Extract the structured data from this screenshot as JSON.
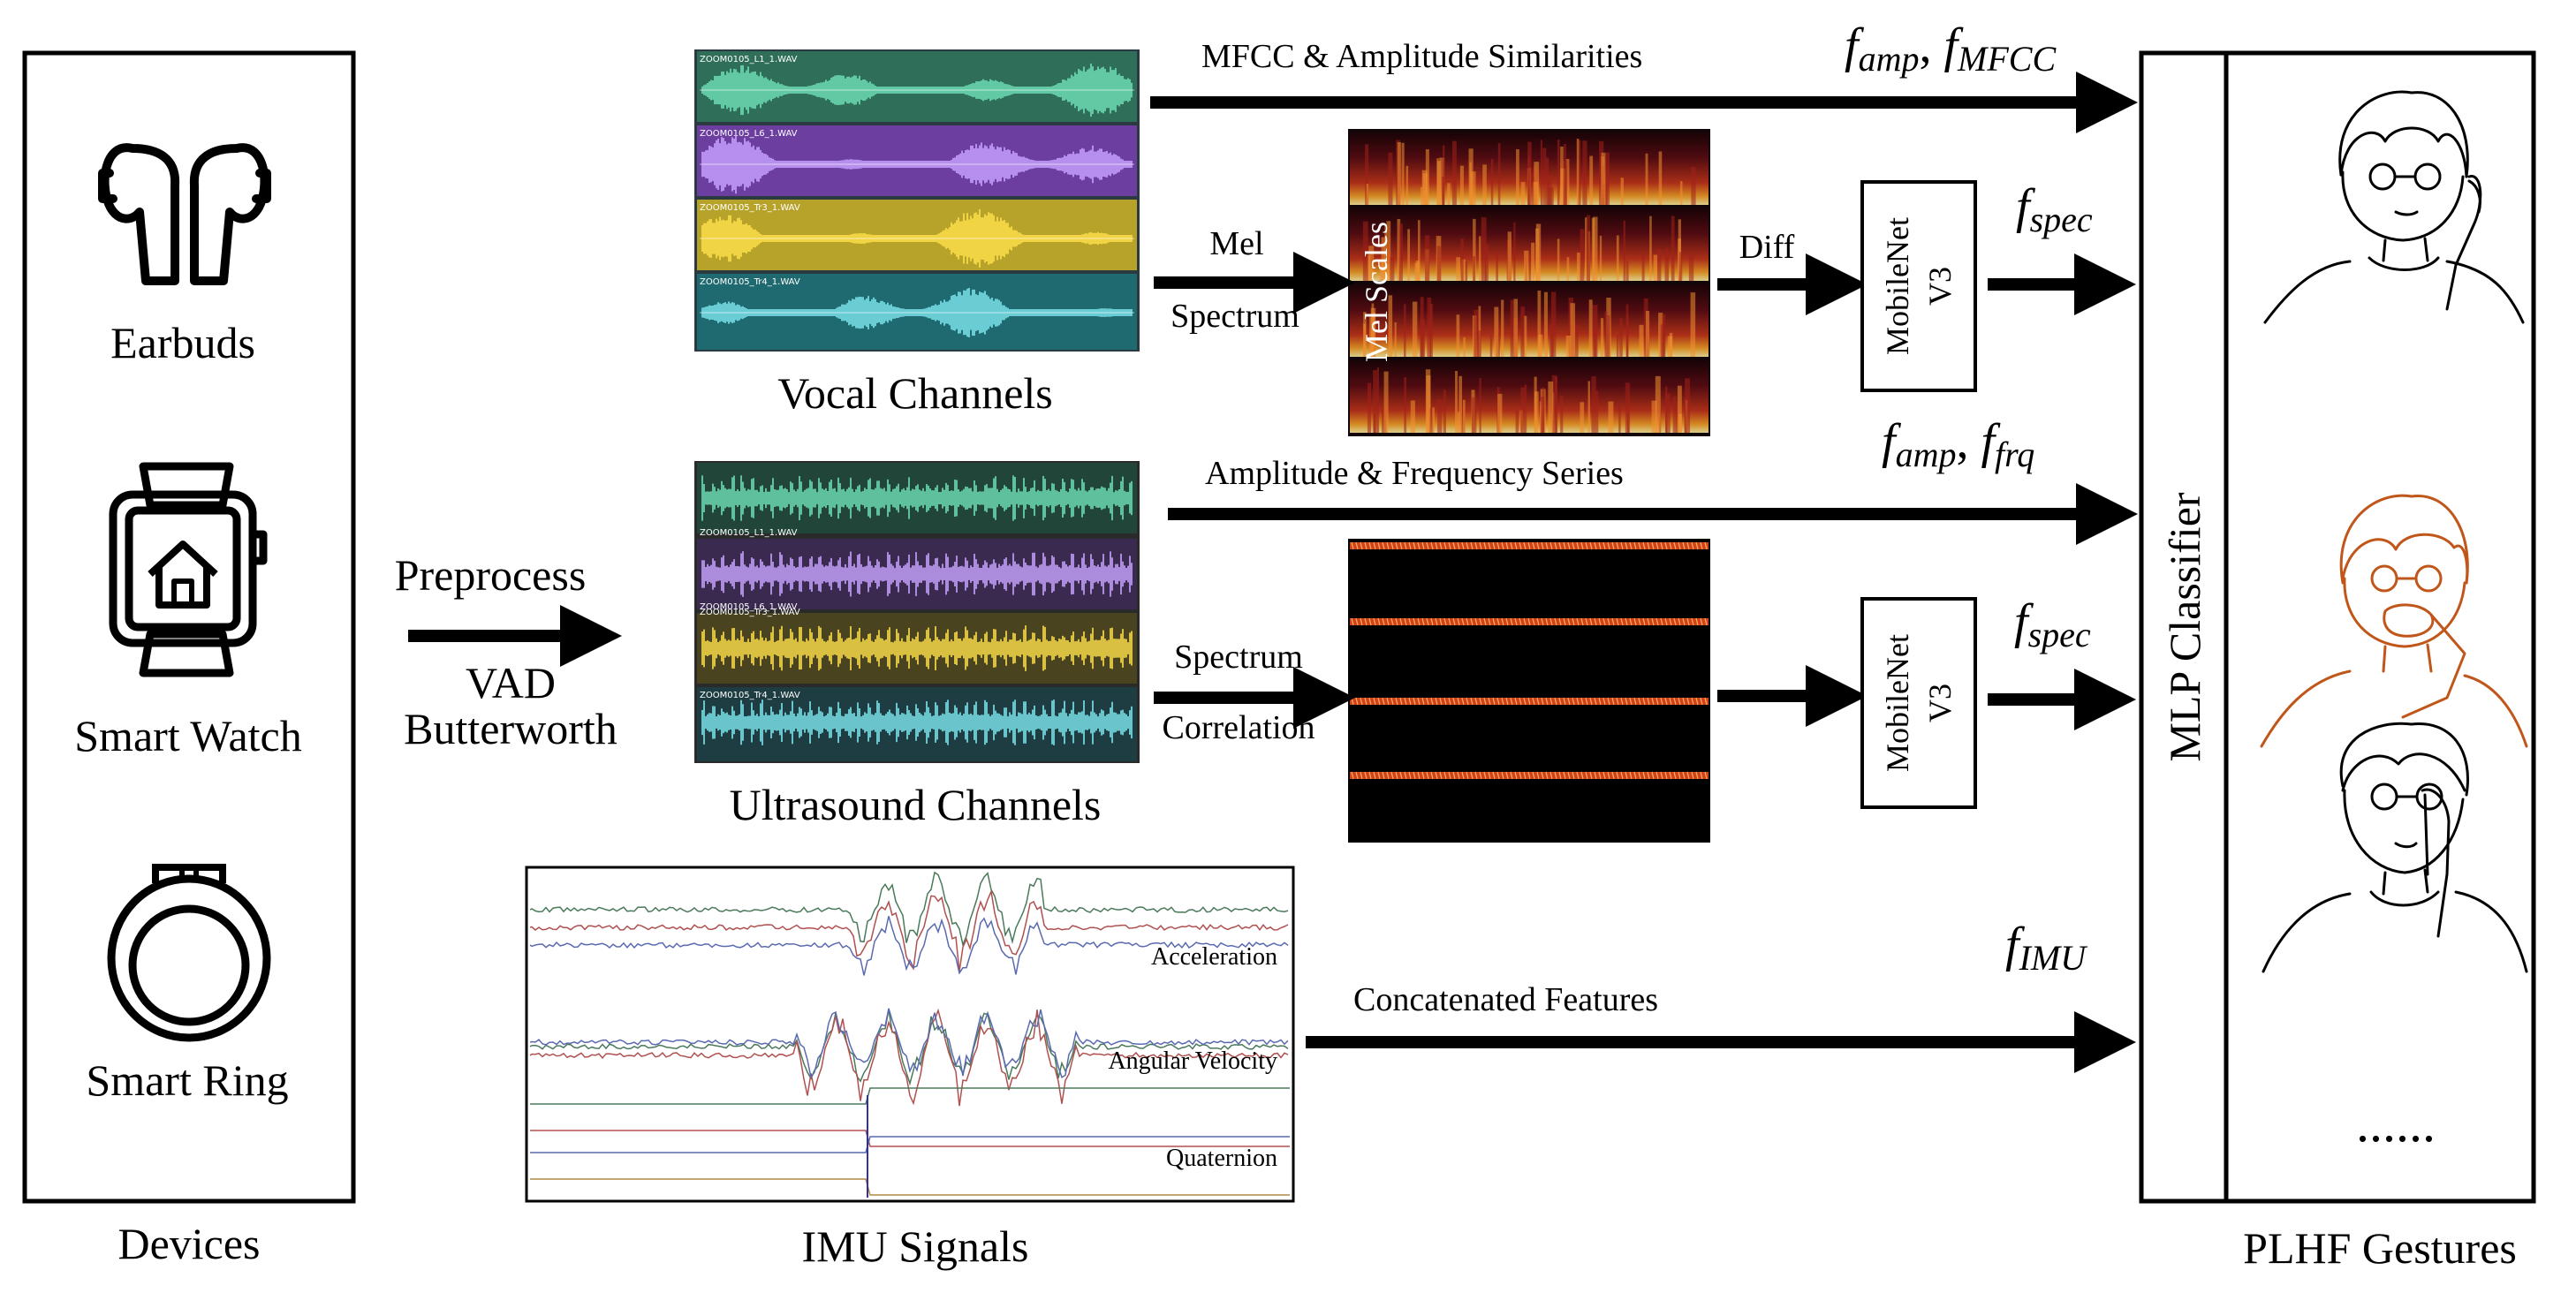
{
  "devices": {
    "label": "Devices",
    "items": [
      {
        "label": "Earbuds",
        "icon": "earbuds-icon"
      },
      {
        "label": "Smart Watch",
        "icon": "smartwatch-icon"
      },
      {
        "label": "Smart Ring",
        "icon": "ring-icon"
      }
    ]
  },
  "preprocess": {
    "top": "Preprocess",
    "mid": "VAD",
    "bottom": "Butterworth"
  },
  "vocal": {
    "label": "Vocal Channels",
    "tracks": [
      "ZOOM0105_L1_1.WAV",
      "ZOOM0105_L6_1.WAV",
      "ZOOM0105_Tr3_1.WAV",
      "ZOOM0105_Tr4_1.WAV"
    ],
    "colors": [
      "#2f6f5a",
      "#6b3ea0",
      "#b7a32a",
      "#1f6a70"
    ],
    "wave_colors": [
      "#6fe0b8",
      "#c9a4ff",
      "#ffe04a",
      "#7ee6ee"
    ]
  },
  "ultrasound": {
    "label": "Ultrasound Channels",
    "tracks": [
      "ZOOM0105_L1_1.WAV",
      "ZOOM0105_L6_1.WAV",
      "ZOOM0105_Tr3_1.WAV",
      "ZOOM0105_Tr4_1.WAV"
    ]
  },
  "imu": {
    "label": "IMU Signals",
    "panels": [
      "Acceleration",
      "Angular Velocity",
      "Quaternion"
    ]
  },
  "edges": {
    "mfcc_amp": "MFCC & Amplitude Similarities",
    "mel_top": "Mel",
    "mel_bottom": "Spectrum",
    "mel_scales": "Mel Scales",
    "diff": "Diff",
    "amp_freq": "Amplitude & Frequency Series",
    "spec_corr_top": "Spectrum",
    "spec_corr_bottom": "Correlation",
    "concat": "Concatenated Features"
  },
  "mobilenet": {
    "line1": "MobileNet",
    "line2": "V3"
  },
  "features": {
    "f_amp": "f",
    "f_amp_sub": "amp",
    "sep": ", ",
    "f_mfcc_sub": "MFCC",
    "f_spec_sub": "spec",
    "f_frq_sub": "frq",
    "f_imu_sub": "IMU"
  },
  "classifier": {
    "label": "MLP Classifier"
  },
  "gestures": {
    "label": "PLHF Gestures",
    "more": "......",
    "accent": "#c0561a"
  }
}
